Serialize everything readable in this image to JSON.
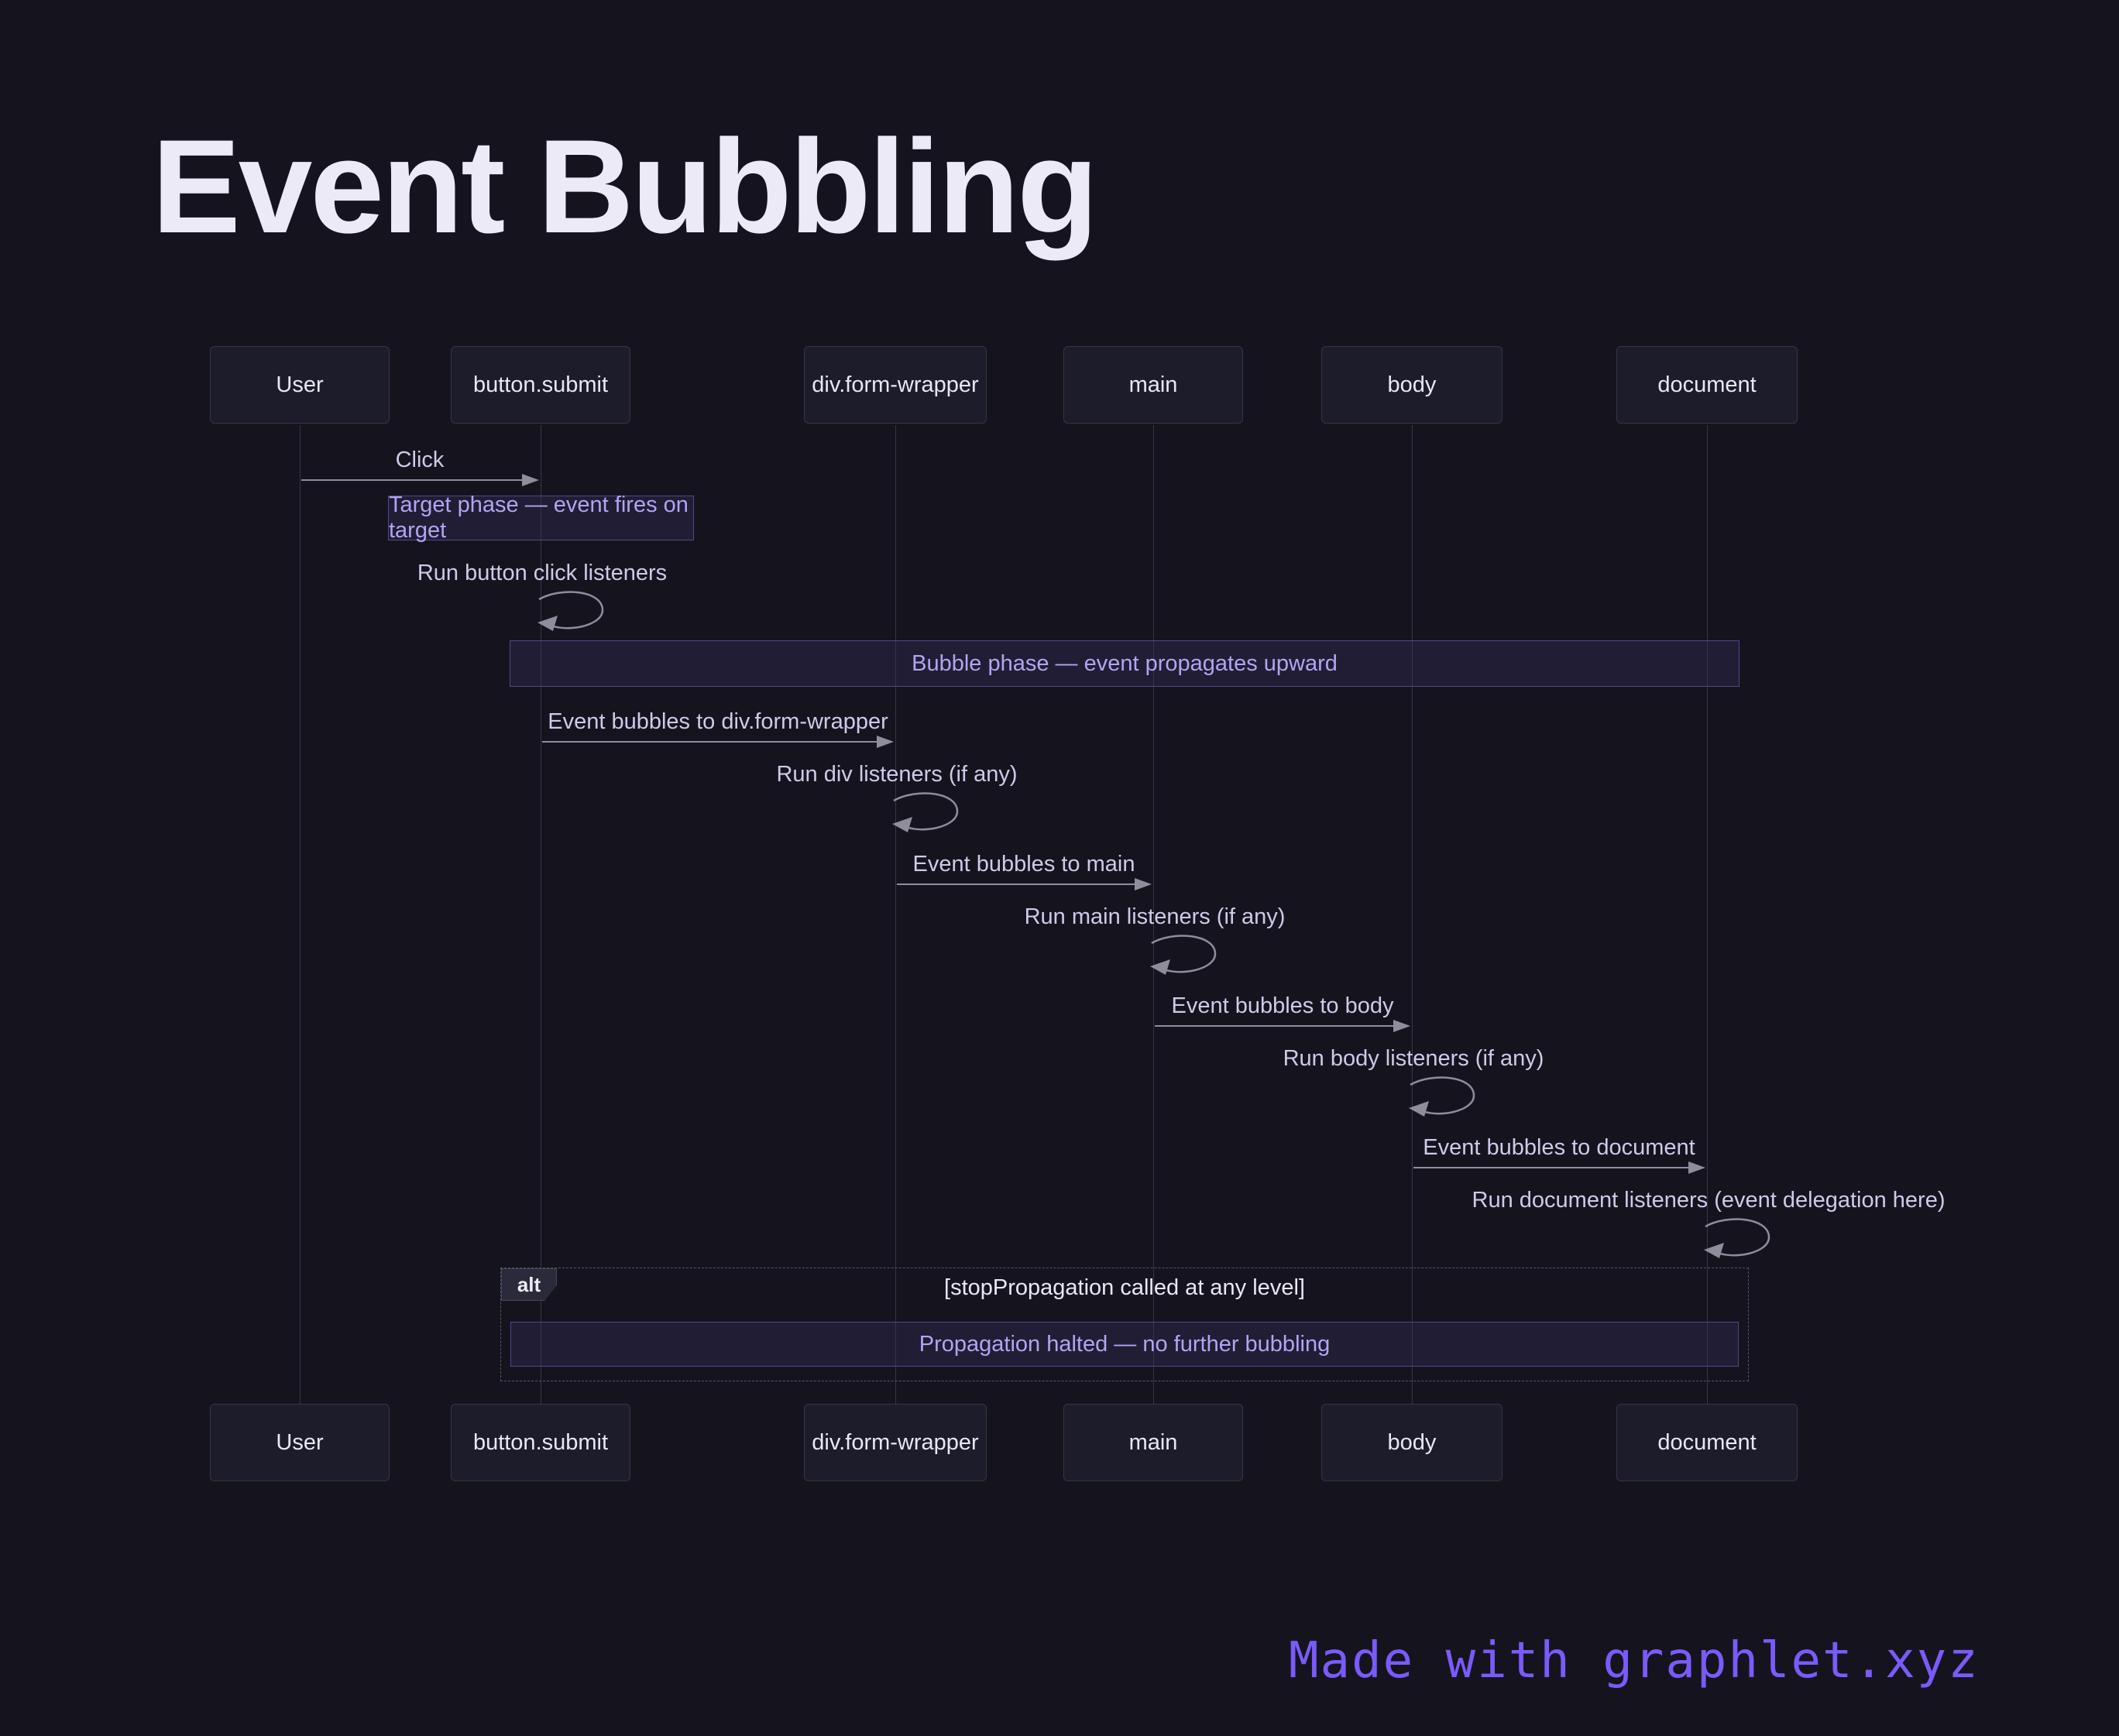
{
  "title": "Event Bubbling",
  "footer": {
    "label": "Made with graphlet.xyz"
  },
  "colors": {
    "background": "#15141e",
    "accent_purple": "#7b5afa",
    "note_text": "#b3a4f2",
    "note_border": "#51488a",
    "message_text": "#cfc9ea",
    "arrow": "#8f8d9c",
    "actor_box_bg": "#1d1c2a",
    "actor_text": "#e9e7f3"
  },
  "diagram": {
    "actors": [
      {
        "label": "User"
      },
      {
        "label": "button.submit"
      },
      {
        "label": "div.form-wrapper"
      },
      {
        "label": "main"
      },
      {
        "label": "body"
      },
      {
        "label": "document"
      }
    ],
    "messages": [
      {
        "type": "arrow",
        "from": "User",
        "to": "button.submit",
        "label": "Click"
      },
      {
        "type": "note",
        "over": "button.submit",
        "label": "Target phase — event fires on target"
      },
      {
        "type": "self",
        "on": "button.submit",
        "label": "Run button click listeners"
      },
      {
        "type": "note",
        "over": "all",
        "label": "Bubble phase — event propagates upward"
      },
      {
        "type": "arrow",
        "from": "button.submit",
        "to": "div.form-wrapper",
        "label": "Event bubbles to div.form-wrapper"
      },
      {
        "type": "self",
        "on": "div.form-wrapper",
        "label": "Run div listeners (if any)"
      },
      {
        "type": "arrow",
        "from": "div.form-wrapper",
        "to": "main",
        "label": "Event bubbles to main"
      },
      {
        "type": "self",
        "on": "main",
        "label": "Run main listeners (if any)"
      },
      {
        "type": "arrow",
        "from": "main",
        "to": "body",
        "label": "Event bubbles to body"
      },
      {
        "type": "self",
        "on": "body",
        "label": "Run body listeners (if any)"
      },
      {
        "type": "arrow",
        "from": "body",
        "to": "document",
        "label": "Event bubbles to document"
      },
      {
        "type": "self",
        "on": "document",
        "label": "Run document listeners (event delegation here)"
      }
    ],
    "alt": {
      "label": "alt",
      "condition": "[stopPropagation called at any level]",
      "note": "Propagation halted — no further bubbling"
    }
  }
}
